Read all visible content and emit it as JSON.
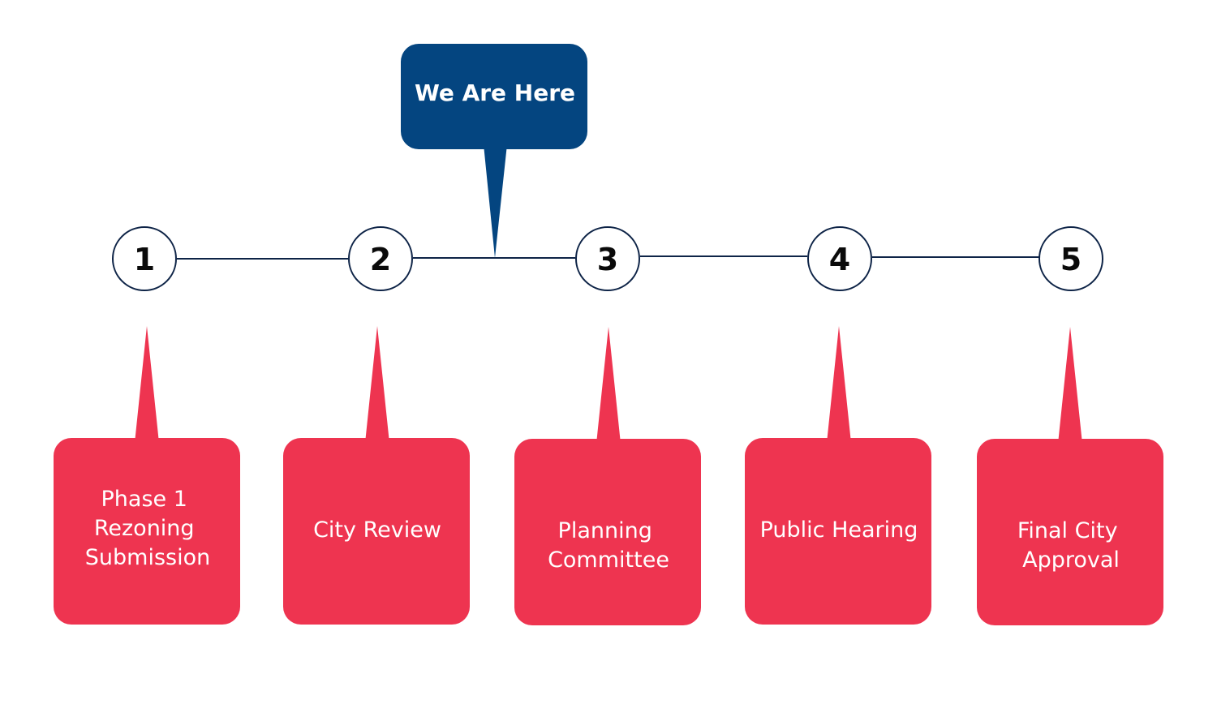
{
  "colors": {
    "box": "#ee3450",
    "marker": "#044580",
    "circle_stroke": "#0e2447",
    "line": "#0e2447",
    "number": "#0a0a0a"
  },
  "marker": {
    "label": "We Are Here"
  },
  "steps": [
    {
      "number": "1",
      "label_lines": [
        "Phase 1",
        "Rezoning",
        "Submission"
      ]
    },
    {
      "number": "2",
      "label_lines": [
        "City Review"
      ]
    },
    {
      "number": "3",
      "label_lines": [
        "Planning",
        "Committee"
      ]
    },
    {
      "number": "4",
      "label_lines": [
        "Public Hearing"
      ]
    },
    {
      "number": "5",
      "label_lines": [
        "Final City",
        "Approval"
      ]
    }
  ]
}
